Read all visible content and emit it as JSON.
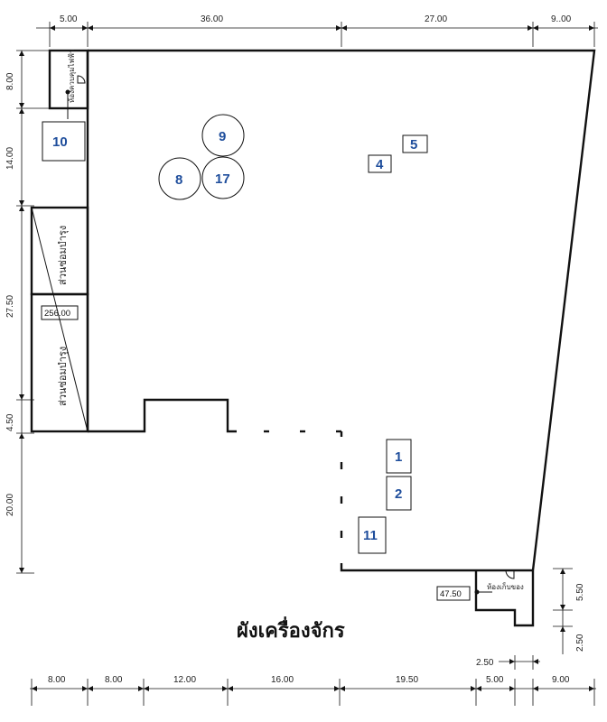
{
  "title": "ผังเครื่องจักร",
  "dimensions_top": [
    "5.00",
    "36.00",
    "27.00",
    "9..00"
  ],
  "dimensions_left": [
    "8.00",
    "14.00",
    "27.50",
    "4.50",
    "20.00"
  ],
  "dimensions_bottom": [
    "8.00",
    "8.00",
    "12.00",
    "16.00",
    "19.50",
    "5.00",
    "9.00"
  ],
  "dimensions_right": [
    "5.50",
    "2.50"
  ],
  "dimension_inner_250": "2.50",
  "rooms": {
    "electrical": "ห้องควบคุมไฟฟ้า",
    "maintenance_1": "ส่วนซ่อมบำรุง",
    "maintenance_2": "ส่วนซ่อมบำรุง",
    "storage": "ห้องเก็บของ"
  },
  "area_labels": {
    "maintenance_area": "256.00",
    "storage_area": "47.50"
  },
  "machines": {
    "m1": "1",
    "m2": "2",
    "m4": "4",
    "m5": "5",
    "m8": "8",
    "m9": "9",
    "m10": "10",
    "m11": "11",
    "m17": "17"
  }
}
